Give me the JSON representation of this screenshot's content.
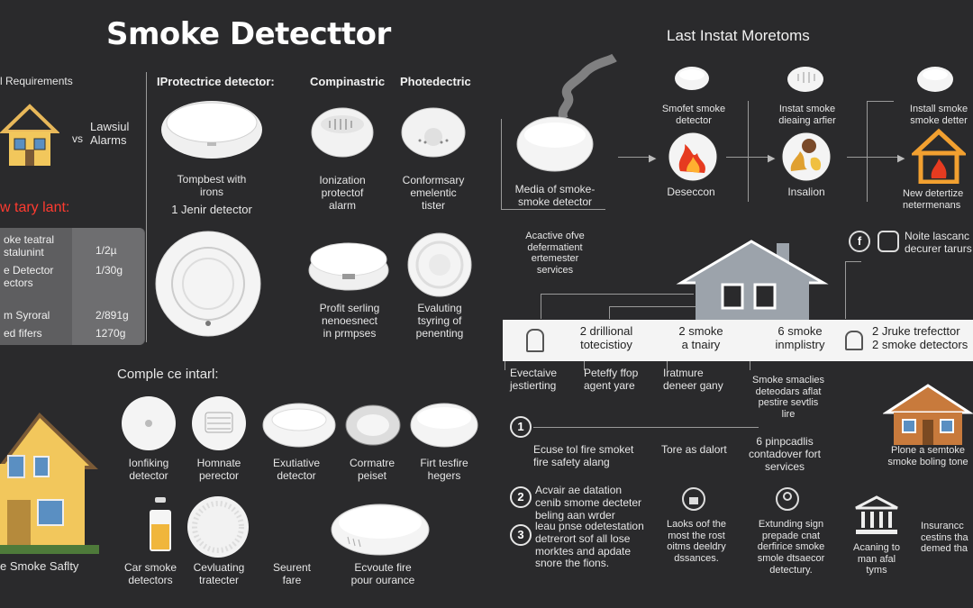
{
  "title": "Smoke Detecttor",
  "right_title": "Last Instat Moretoms",
  "left_panel": {
    "requirements": "l Requirements",
    "vs": "vs",
    "lawful_alarms": "Lawsiul\nAlarms",
    "red_heading": "w tary lant:",
    "table": [
      {
        "label": "oke teatral\nstalunint",
        "value": "1/2µ"
      },
      {
        "label": "e Detector\nectors",
        "value": "1/30g"
      },
      {
        "label": "m Syroral",
        "value": "2/891g"
      },
      {
        "label": "ed fifers",
        "value": "1270g"
      }
    ],
    "safety_caption": "e Smoke Saflty"
  },
  "middle_panel": {
    "protective_header": "IProtectrice detector:",
    "compinastric_header": "Compinastric",
    "photoelectric_header": "Photedectric",
    "compbest_caption": "Tompbest with\nirons",
    "jenir_caption": "1 Jenir detector",
    "ionization_caption": "Ionization\nprotectof\nalarm",
    "conformsary_caption": "Conformsary\nemelentic\ntister",
    "profit_caption": "Profit serling\nnenoesnect\nin prmpses",
    "evaluating_caption": "Evaluting\ntsyring of\npenenting",
    "comple_header": "Comple ce intarl:",
    "row1": [
      "Ionfiking\ndetector",
      "Homnate\nperector",
      "Exutiative\ndetector",
      "Cormatre\npeiset",
      "Firt tesfire\nhegers"
    ],
    "row2": [
      "Car smoke\ndetectors",
      "Cevluating\ntratecter",
      "Seurent\nfare",
      "Ecvoute fire\npour ourance"
    ]
  },
  "right_panel": {
    "media_caption": "Media of smoke-\nsmoke detector",
    "smofet_caption": "Smofet smoke\ndetector",
    "instat_caption": "Instat smoke\ndieaing arfier",
    "install_caption": "Install smoke\nsmoke detter",
    "deseccon": "Deseccon",
    "insalion": "Insalion",
    "new_caption": "New detertize\nnetermenans",
    "acactive": "Acactive ofve\ndefermatient\nertemester\nservices",
    "noite": "Noite lascanc\ndecurer tarurs",
    "band": [
      "2 drillional\ntotecistioy",
      "2 smoke\na tnairy",
      "6 smoke\ninmplistry",
      "2 Jruke trefecttor\n2 smoke detectors"
    ],
    "below_band": [
      "Evectaive\njestierting",
      "Peteffy ffop\nagent yare",
      "Iratmure\ndeneer gany",
      "Smoke smaclies\ndeteodars aflat\npestire sevtlis\nlire"
    ],
    "numbered": [
      {
        "n": "1",
        "text": "Ecuse tol fire smoket\nfire safety alang"
      },
      {
        "n": "2",
        "text": "Acvair ae datation\ncenib smome decteter\nbeling aan wrder"
      },
      {
        "n": "3",
        "text": "leau pnse odetestation\ndetrerort sof all lose\nmorktes and apdate\nsnore the fions."
      }
    ],
    "tore": "Tore as dalort",
    "pinpcadlis": "6 pinpcadlis\ncontadover fort\nservices",
    "plone": "Plone a semtoke\nsmoke boling tone",
    "laoks": "Laoks oof the\nmost the rost\noitms deeldry\ndssances.",
    "extending": "Extunding sign\nprepade cnat\nderfirice smoke\nsmole dtsaecor\ndetectury.",
    "acaning": "Acaning to\nman afal\ntyms",
    "insurance": "Insurancc\ncestins tha\ndemed tha"
  },
  "colors": {
    "background": "#2a2a2c",
    "accent_red": "#ff3b30",
    "house_yellow": "#f2c75c",
    "house_gray": "#9ca3ab",
    "band": "#f4f4f4"
  }
}
